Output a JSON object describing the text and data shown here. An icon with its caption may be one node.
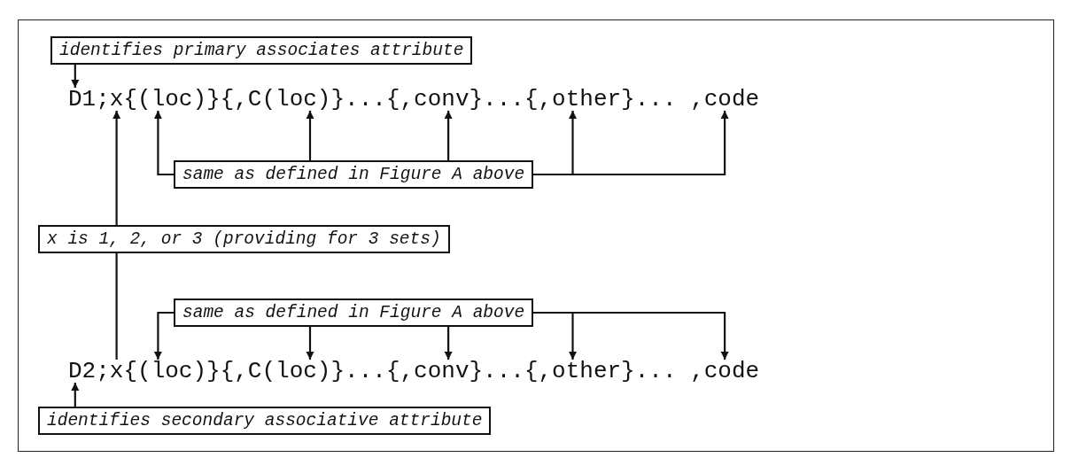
{
  "diagram": {
    "nodes": [
      {
        "text": [
          "identifies primary associates attribute"
        ]
      },
      {
        "text": [
          "D1;"
        ]
      },
      {
        "text": [
          "x"
        ]
      },
      {
        "text": [
          "{(loc)}"
        ]
      },
      {
        "text": [
          "{,C(loc)}..."
        ]
      },
      {
        "text": [
          "{,conv}..."
        ]
      },
      {
        "text": [
          "{,other}..."
        ]
      },
      {
        "text": [
          ",code"
        ]
      },
      {
        "text": [
          "same as defined in Figure A above"
        ]
      },
      {
        "text": [
          "x is 1, 2, or 3 (providing for 3 sets)"
        ]
      },
      {
        "text": [
          "same as defined in Figure A above"
        ]
      },
      {
        "text": [
          "D2;"
        ]
      },
      {
        "text": [
          "x"
        ]
      },
      {
        "text": [
          "{(loc)}"
        ]
      },
      {
        "text": [
          "{,C(loc)}..."
        ]
      },
      {
        "text": [
          "{,conv}..."
        ]
      },
      {
        "text": [
          "{,other}..."
        ]
      },
      {
        "text": [
          ",code"
        ]
      },
      {
        "text": [
          "identifies secondary associative attribute"
        ]
      }
    ],
    "edges": [
      {
        "from": 0,
        "to": 1,
        "arrow": "to"
      },
      {
        "from": 8,
        "to": 3,
        "arrow": "to"
      },
      {
        "from": 8,
        "to": 4,
        "arrow": "to"
      },
      {
        "from": 8,
        "to": 5,
        "arrow": "to"
      },
      {
        "from": 8,
        "to": 6,
        "arrow": "to"
      },
      {
        "from": 8,
        "to": 7,
        "arrow": "to"
      },
      {
        "from": 9,
        "to": 2,
        "arrow": "to"
      },
      {
        "from": 9,
        "to": 12,
        "arrow": "none"
      },
      {
        "from": 10,
        "to": 13,
        "arrow": "to"
      },
      {
        "from": 10,
        "to": 14,
        "arrow": "to"
      },
      {
        "from": 10,
        "to": 15,
        "arrow": "to"
      },
      {
        "from": 10,
        "to": 16,
        "arrow": "to"
      },
      {
        "from": 10,
        "to": 17,
        "arrow": "to"
      },
      {
        "from": 18,
        "to": 11,
        "arrow": "to"
      }
    ]
  }
}
